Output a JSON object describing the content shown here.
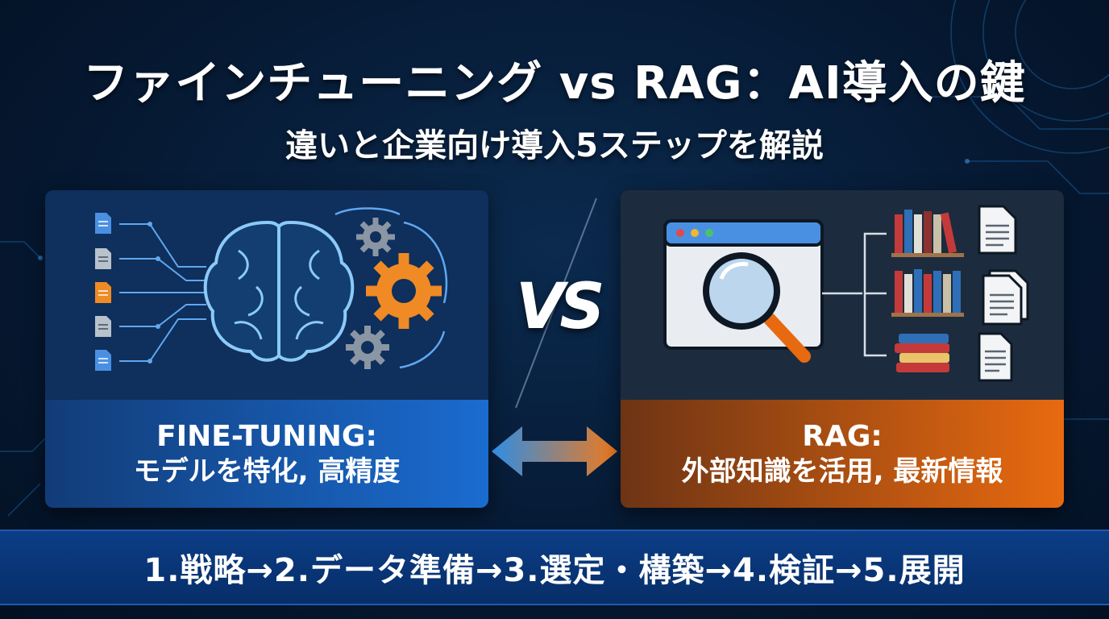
{
  "header": {
    "title": "ファインチューニング vs RAG：AI導入の鍵",
    "subtitle": "違いと企業向け導入5ステップを解説"
  },
  "left_panel": {
    "label_head": "FINE-TUNING:",
    "label_sub": "モデルを特化, 高精度",
    "accent": "#1a6cd0",
    "icons": [
      "document-icon",
      "brain-icon",
      "gear-icon"
    ]
  },
  "right_panel": {
    "label_head": "RAG:",
    "label_sub": "外部知識を活用, 最新情報",
    "accent": "#e86a10",
    "icons": [
      "browser-window-icon",
      "magnifier-icon",
      "bookshelf-icon",
      "document-icon"
    ]
  },
  "vs_text": "VS",
  "steps": {
    "text": "1.戦略→2.データ準備→3.選定・構築→4.検証→5.展開"
  },
  "colors": {
    "background": "#061a34",
    "fine_tuning_blue": "#1a6cd0",
    "rag_orange": "#e86a10",
    "steps_bar": "#0b3d86"
  }
}
